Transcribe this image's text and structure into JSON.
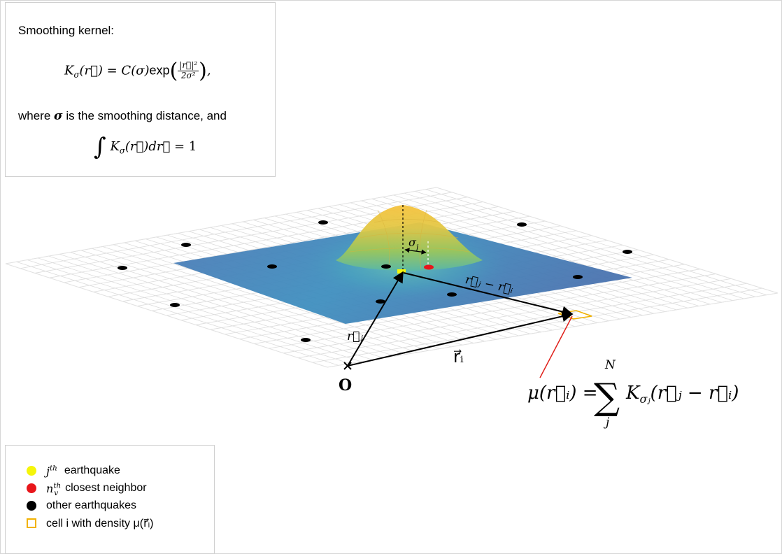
{
  "kernel_box": {
    "heading": "Smoothing kernel:",
    "where_prefix": "where",
    "sigma_symbol": "σ",
    "where_suffix": "is the smoothing distance, and",
    "kernel_lhs": "K",
    "kernel_C": "C(σ)",
    "kernel_exp": "exp",
    "kernel_num": "|r⃗|²",
    "kernel_den": "2σ²",
    "integral_equals": "= 1"
  },
  "diagram": {
    "origin_label": "O",
    "sigma_label": "σ",
    "sigma_sub": "j",
    "rj_minus_ri_label": "r⃗ⱼ − r⃗ᵢ",
    "rj_label": "r⃗ⱼ",
    "ri_label": "r⃗ᵢ",
    "mu_label": "μ(r⃗ᵢ) =",
    "sum_symbol": "∑",
    "sum_upper": "N",
    "sum_lower": "j",
    "sum_term": "K",
    "sum_term_sub": "σⱼ",
    "sum_term_arg": "(r⃗ⱼ − r⃗ᵢ)",
    "colors": {
      "plane": "#4a78b4",
      "peak": "#f2b637",
      "jth": "#f5f50a",
      "neighbor": "#e8161b",
      "other": "#000000",
      "cell_outline": "#f2b200",
      "arrow": "#000000",
      "pointer": "#e0201a"
    }
  },
  "legend": {
    "items": [
      {
        "math": "j",
        "sup": "th",
        "sub": "",
        "label": "earthquake",
        "color": "#f5f50a",
        "shape": "dot"
      },
      {
        "math": "n",
        "sup": "th",
        "sub": "v",
        "label": "closest neighbor",
        "color": "#e8161b",
        "shape": "dot"
      },
      {
        "math": "",
        "sup": "",
        "sub": "",
        "label": "other earthquakes",
        "color": "#000000",
        "shape": "dot"
      },
      {
        "math": "",
        "sup": "",
        "sub": "",
        "label": "cell i with density μ(r⃗ᵢ)",
        "color": "#f2b200",
        "shape": "square"
      }
    ]
  }
}
